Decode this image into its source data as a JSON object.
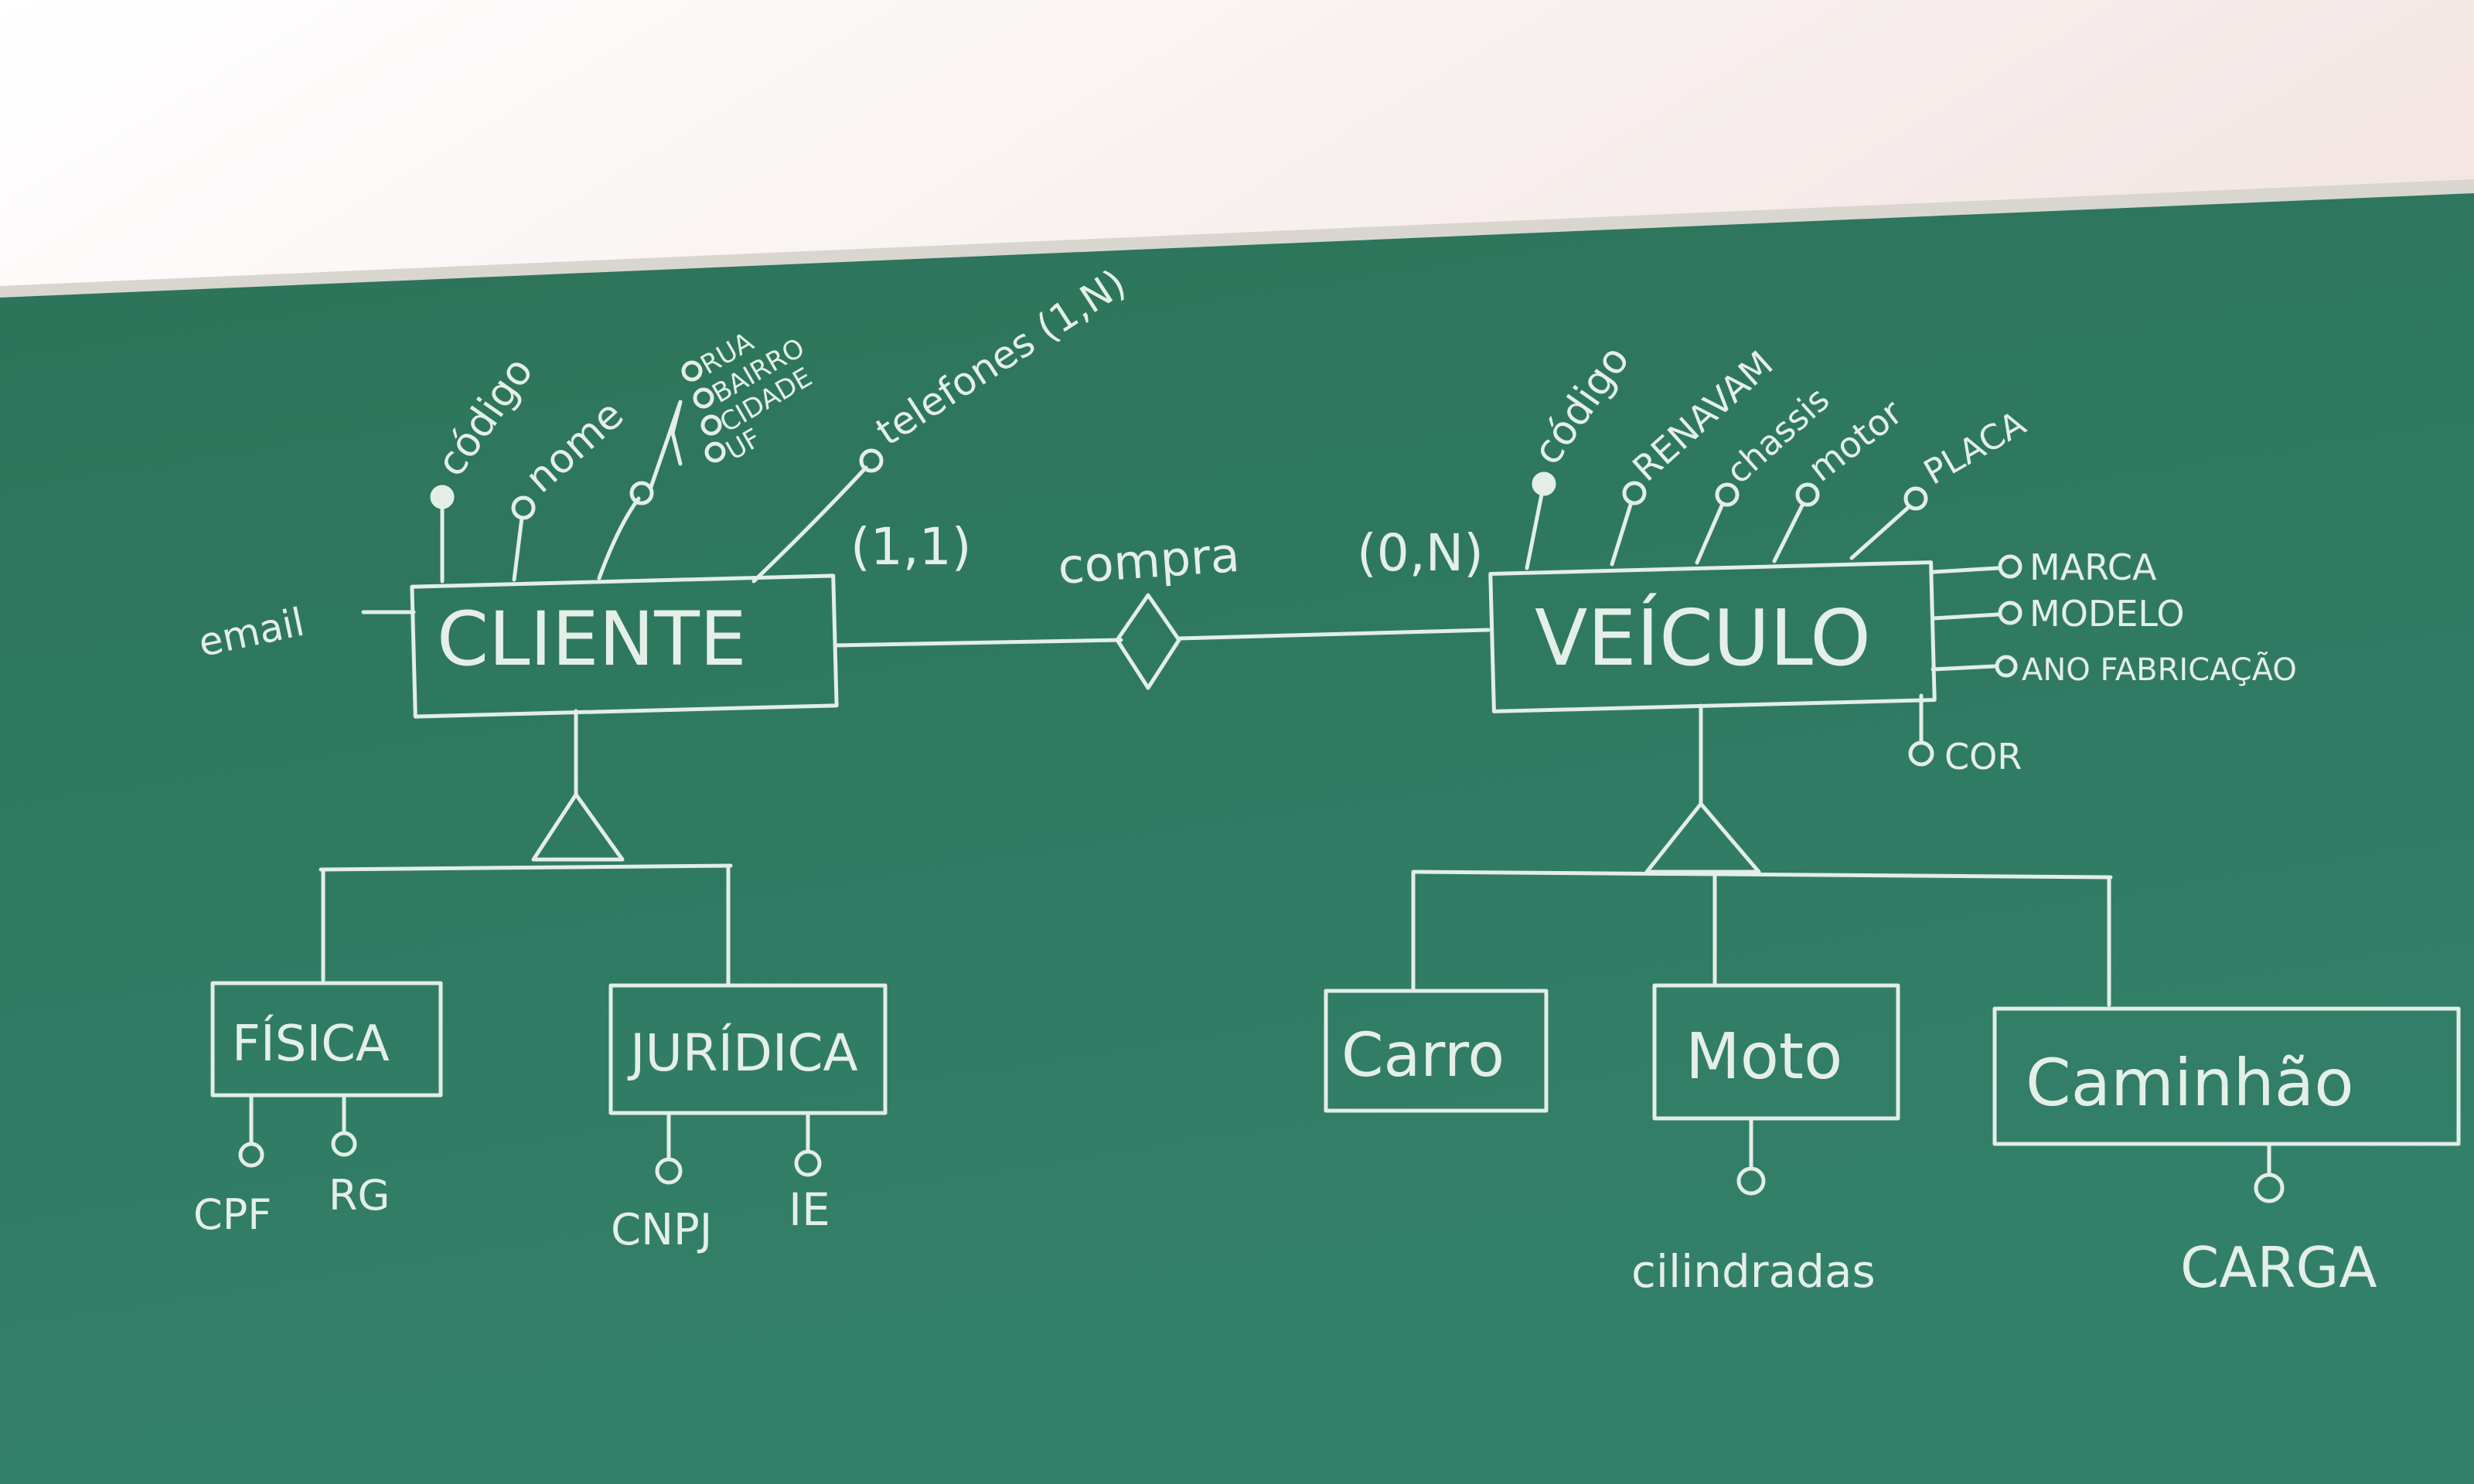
{
  "colors": {
    "wall": "#f4eceb",
    "board": "#2f7a62",
    "chalk": "#e4efe8"
  },
  "entities": {
    "cliente": "CLIENTE",
    "veiculo": "VEÍCULO",
    "fisica": "FÍSICA",
    "juridica": "JURÍDICA",
    "carro": "Carro",
    "moto": "Moto",
    "caminhao": "Caminhão"
  },
  "relationship": {
    "name": "compra",
    "card_cliente": "(1,1)",
    "card_veiculo": "(0,N)"
  },
  "cliente_attributes": {
    "email": "email",
    "codigo": "código",
    "nome": "nome",
    "rua": "RUA",
    "bairro": "BAIRRO",
    "cidade": "CIDADE",
    "uf": "UF",
    "telefones": "telefones (1,N)"
  },
  "veiculo_attributes": {
    "codigo": "código",
    "renavam": "RENAVAM",
    "chassis": "chassis",
    "motor": "motor",
    "placa": "PLACA",
    "marca": "MARCA",
    "modelo": "MODELO",
    "ano": "ANO FABRICAÇÃO",
    "cor": "COR"
  },
  "sub_attributes": {
    "cpf": "CPF",
    "rg": "RG",
    "cnpj": "CNPJ",
    "ie": "IE",
    "cilindradas": "cilindradas",
    "carga": "CARGA"
  }
}
